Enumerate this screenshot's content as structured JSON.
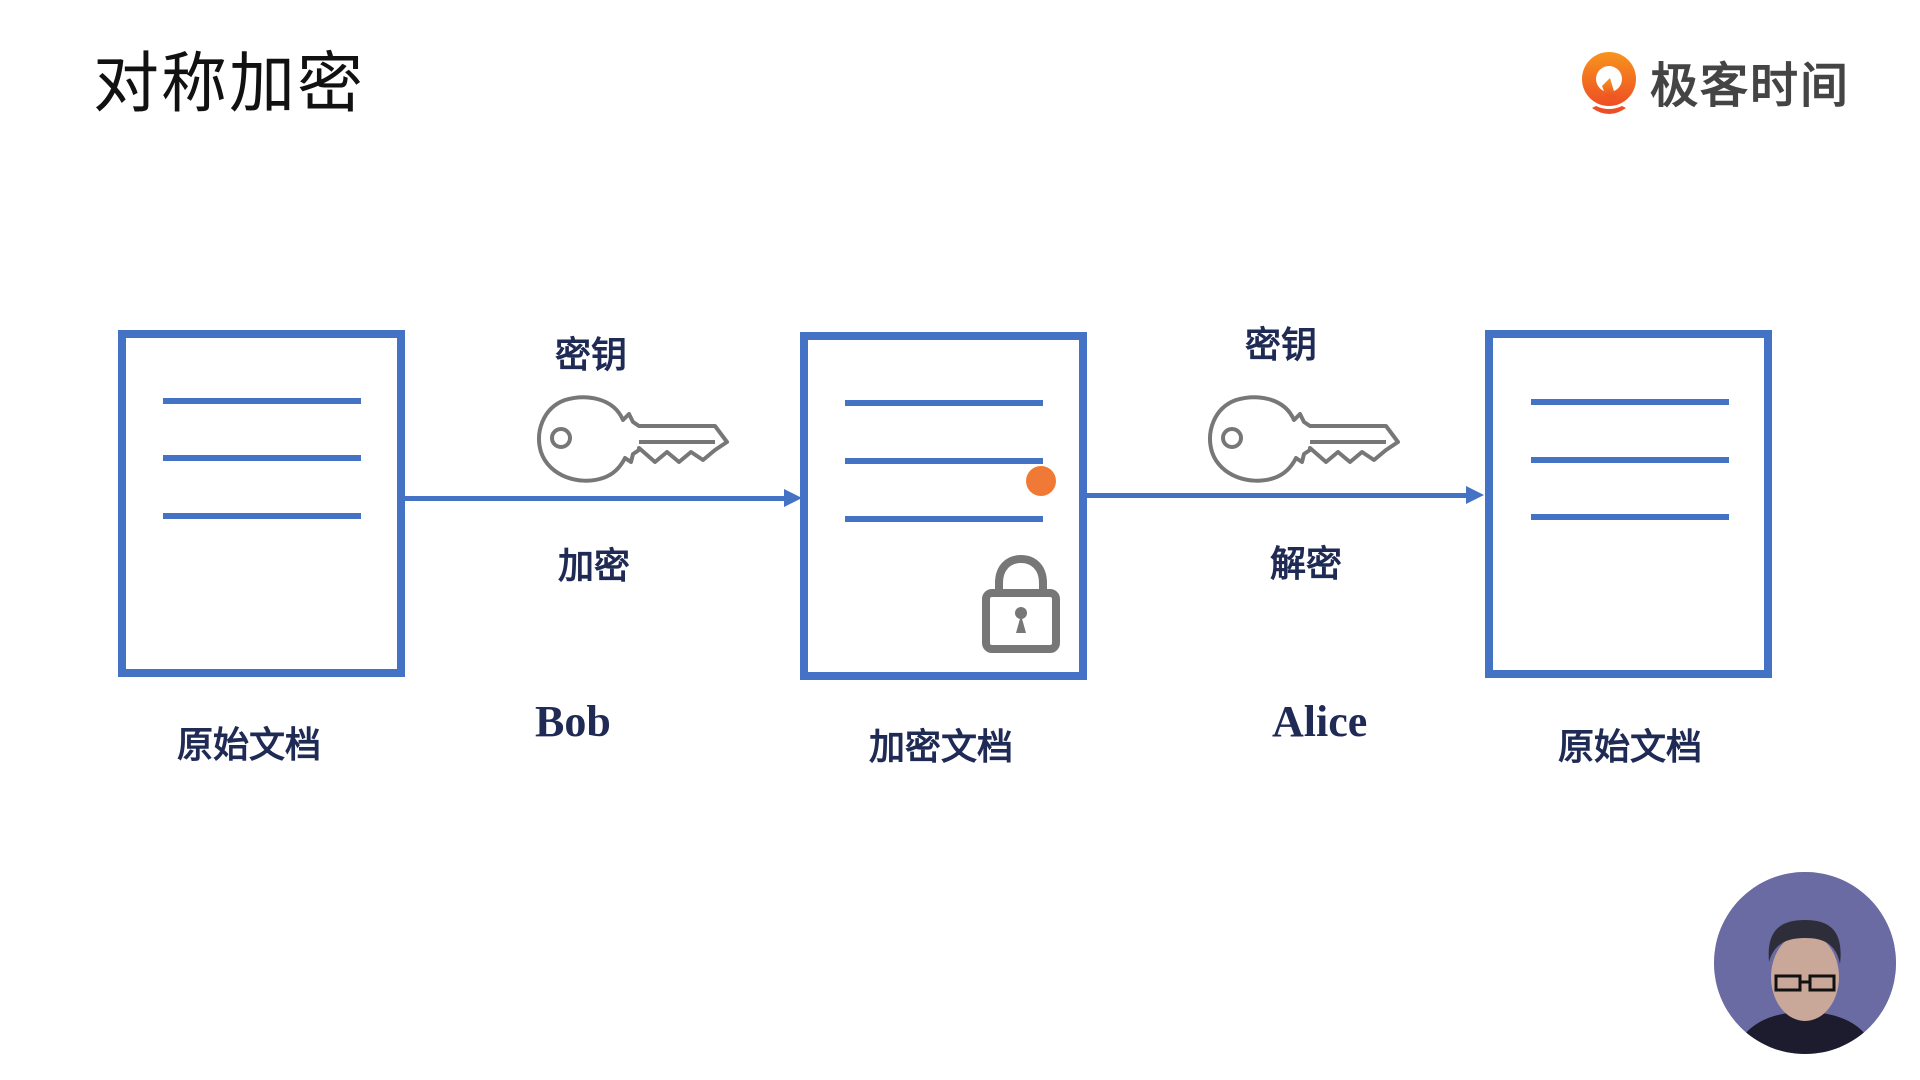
{
  "slide": {
    "title": "对称加密",
    "brand": {
      "name": "极客时间",
      "color": "#f26b1d"
    }
  },
  "colors": {
    "accent": "#4472c4",
    "label_text": "#1f2a55",
    "icon_gray": "#777777",
    "cursor": "#f07a35"
  },
  "documents": [
    {
      "label": "原始文档",
      "locked": false
    },
    {
      "label": "加密文档",
      "locked": true
    },
    {
      "label": "原始文档",
      "locked": false
    }
  ],
  "steps": [
    {
      "key_label": "密钥",
      "action": "加密",
      "actor": "Bob",
      "icon": "key-icon"
    },
    {
      "key_label": "密钥",
      "action": "解密",
      "actor": "Alice",
      "icon": "key-icon"
    }
  ],
  "presenter": {
    "icon": "webcam-presenter"
  }
}
